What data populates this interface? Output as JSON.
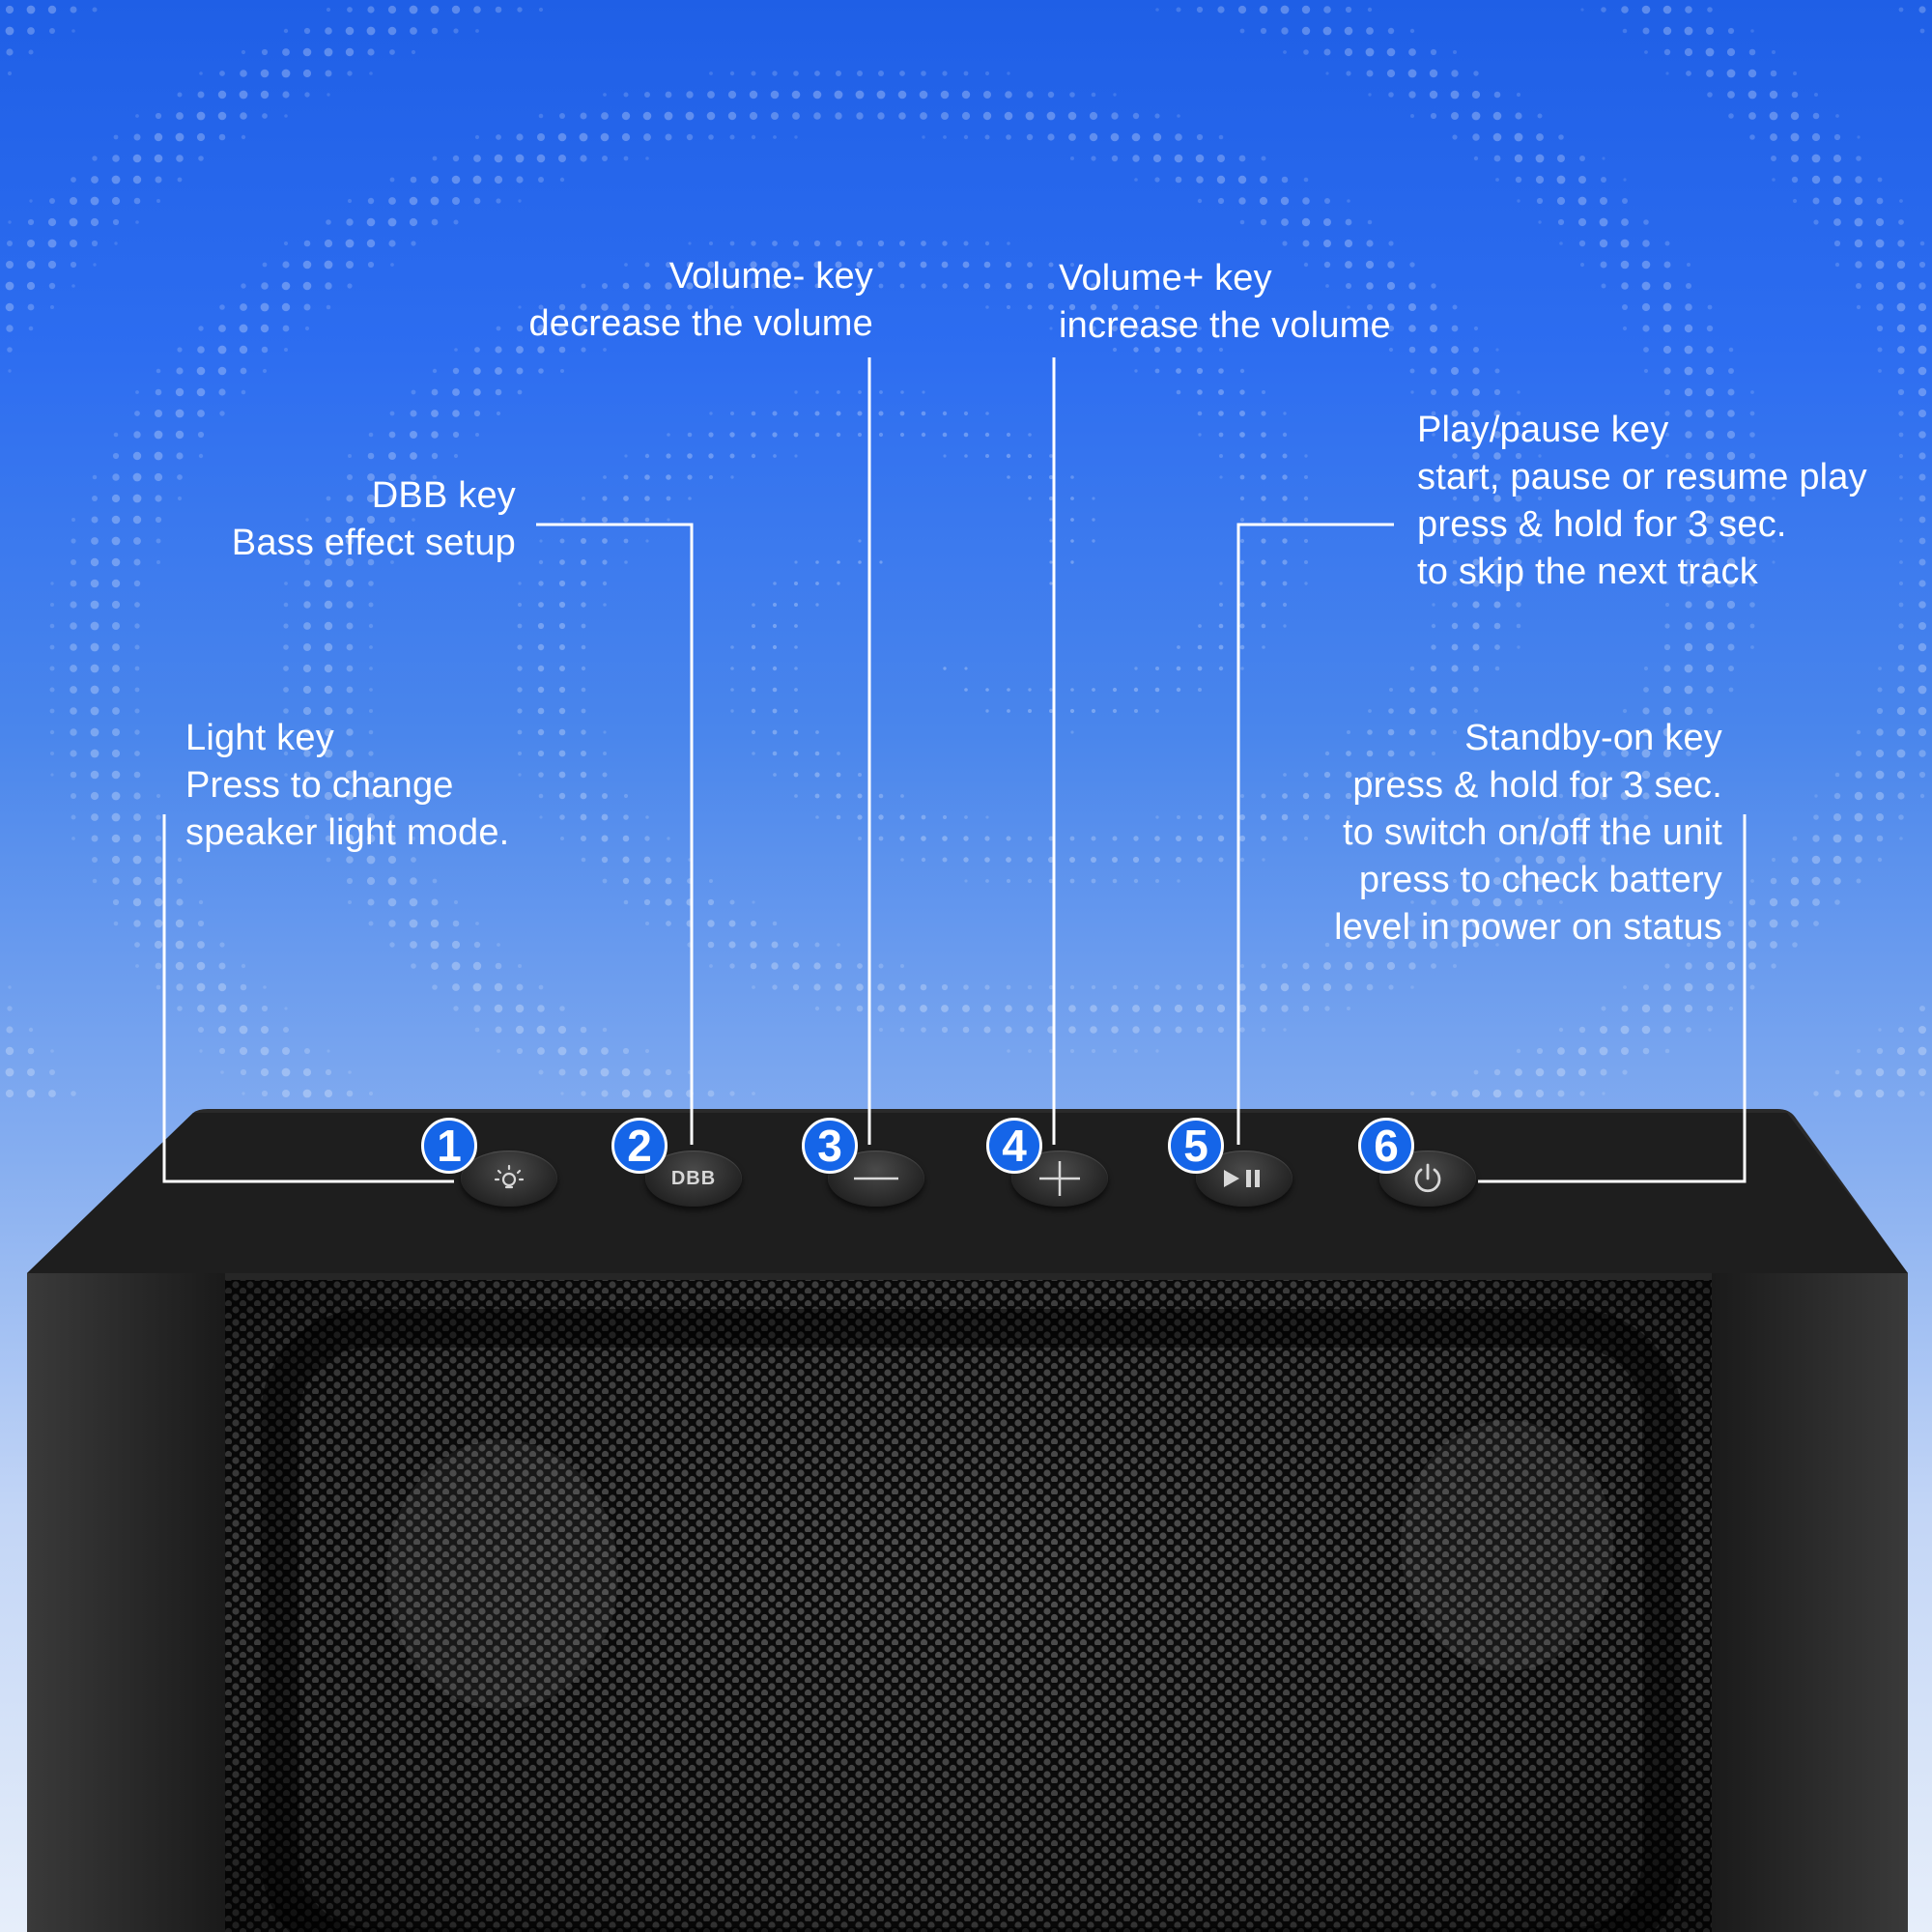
{
  "colors": {
    "background_top": "#1f5fe6",
    "background_bottom": "#e6eefa",
    "badge": "#1565e8",
    "text": "#ffffff",
    "speaker_body": "#1c1c1c"
  },
  "callouts": {
    "light": {
      "title": "Light key",
      "lines": [
        "Press to change",
        "speaker light mode."
      ]
    },
    "dbb": {
      "title": "DBB key",
      "lines": [
        "Bass effect setup"
      ]
    },
    "vol_down": {
      "title": "Volume- key",
      "lines": [
        "decrease the volume"
      ]
    },
    "vol_up": {
      "title": "Volume+ key",
      "lines": [
        "increase the volume"
      ]
    },
    "play": {
      "title": "Play/pause key",
      "lines": [
        "start, pause or resume play",
        "press & hold for 3 sec.",
        "to skip the next track"
      ]
    },
    "standby": {
      "title": "Standby-on key",
      "lines": [
        "press & hold for 3 sec.",
        "to switch on/off the unit",
        "press to check battery",
        "level in power on status"
      ]
    }
  },
  "buttons": [
    {
      "number": "1",
      "icon": "bulb-icon"
    },
    {
      "number": "2",
      "icon": "dbb-text",
      "label": "DBB"
    },
    {
      "number": "3",
      "icon": "minus-icon"
    },
    {
      "number": "4",
      "icon": "plus-icon"
    },
    {
      "number": "5",
      "icon": "play-pause-icon"
    },
    {
      "number": "6",
      "icon": "power-icon"
    }
  ]
}
